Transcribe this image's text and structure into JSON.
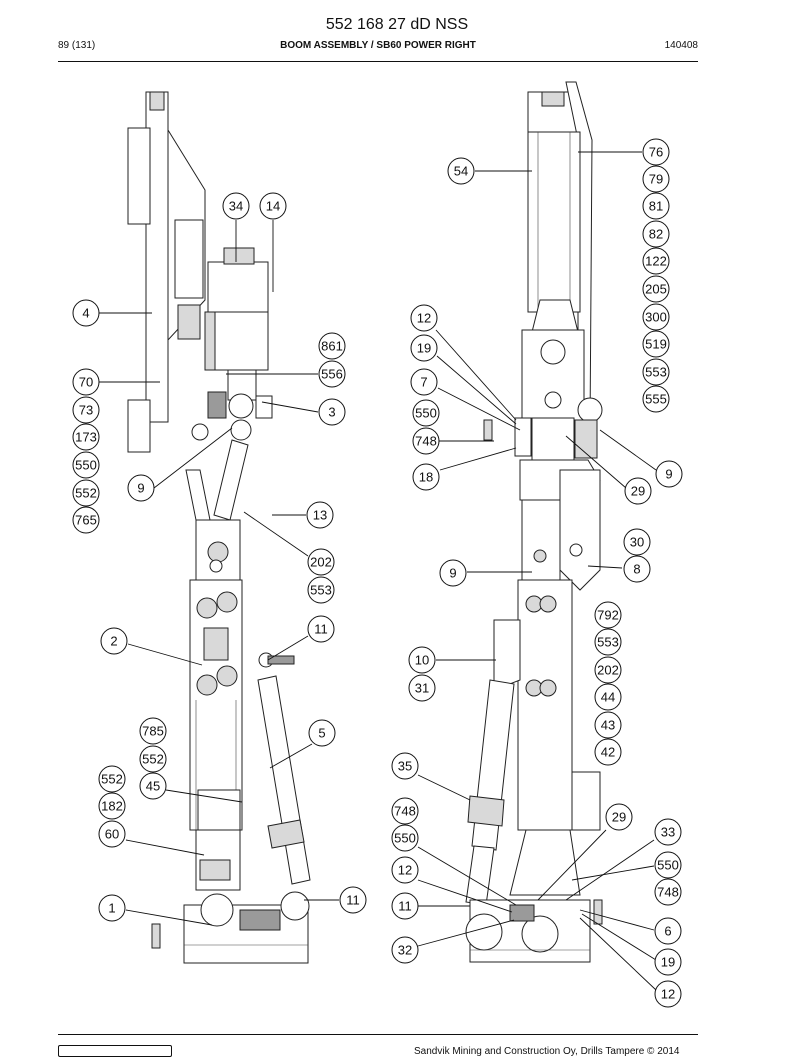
{
  "header": {
    "doc_number": "552 168 27 dD NSS",
    "page": "89 (131)",
    "section": "BOOM ASSEMBLY / SB60 POWER RIGHT",
    "date": "140408"
  },
  "footer": {
    "company": "Sandvik Mining and Construction Oy, Drills Tampere © 2014"
  },
  "callouts": {
    "left": [
      "34",
      "14",
      "4",
      "861",
      "556",
      "70",
      "3",
      "73",
      "173",
      "550",
      "9",
      "552",
      "765",
      "13",
      "202",
      "553",
      "11",
      "2",
      "5",
      "785",
      "552",
      "552",
      "45",
      "182",
      "60",
      "11",
      "1"
    ],
    "right": [
      "54",
      "76",
      "79",
      "81",
      "82",
      "122",
      "205",
      "300",
      "519",
      "553",
      "555",
      "12",
      "19",
      "7",
      "550",
      "748",
      "18",
      "9",
      "29",
      "30",
      "8",
      "9",
      "792",
      "553",
      "202",
      "44",
      "43",
      "42",
      "10",
      "31",
      "35",
      "748",
      "550",
      "29",
      "33",
      "12",
      "550",
      "748",
      "11",
      "6",
      "32",
      "19",
      "12"
    ]
  }
}
